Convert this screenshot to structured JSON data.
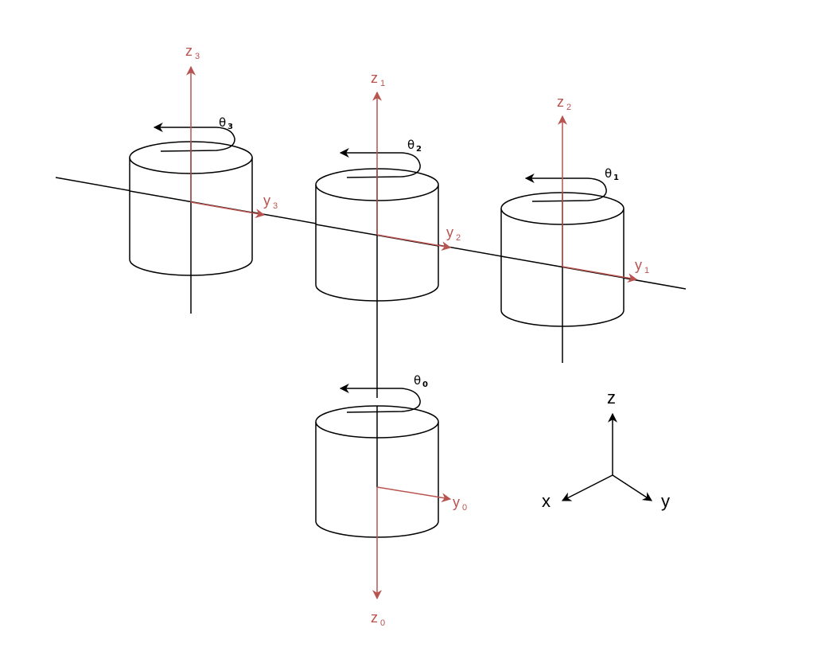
{
  "colors": {
    "frame_axis": "#b85450",
    "structure": "#000000",
    "background": "#ffffff"
  },
  "frames": [
    {
      "z_label": "z",
      "z_sub": "0",
      "y_label": "y",
      "y_sub": "0",
      "theta_label": "θ",
      "theta_sub": "0"
    },
    {
      "z_label": "z",
      "z_sub": "1",
      "y_label": "y",
      "y_sub": "1",
      "theta_label": "θ",
      "theta_sub": "1"
    },
    {
      "z_label": "z",
      "z_sub": "2",
      "y_label": "y",
      "y_sub": "2",
      "theta_label": "θ",
      "theta_sub": "2"
    },
    {
      "z_label": "z",
      "z_sub": "3",
      "y_label": "y",
      "y_sub": "3",
      "theta_label": "θ",
      "theta_sub": "3"
    }
  ],
  "world_axes": {
    "z": "z",
    "x": "x",
    "y": "y"
  }
}
